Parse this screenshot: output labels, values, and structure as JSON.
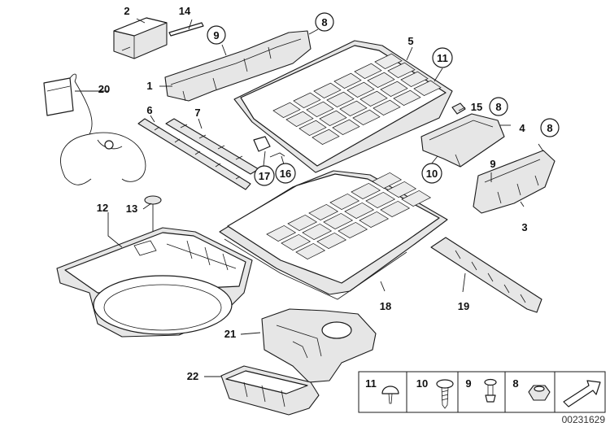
{
  "labels": {
    "l1": "1",
    "l2": "2",
    "l3": "3",
    "l4": "4",
    "l5": "5",
    "l6": "6",
    "l7": "7",
    "l8a": "8",
    "l8b": "8",
    "l8c": "8",
    "l9a": "9",
    "l9b": "9",
    "l10": "10",
    "l11": "11",
    "l12": "12",
    "l13": "13",
    "l14": "14",
    "l15": "15",
    "l16": "16",
    "l17": "17",
    "l18": "18",
    "l19": "19",
    "l20": "20",
    "l21": "21",
    "l22": "22"
  },
  "legend": {
    "items": [
      {
        "num": "11",
        "icon": "rivet-icon"
      },
      {
        "num": "10",
        "icon": "screw-icon"
      },
      {
        "num": "9",
        "icon": "push-pin-icon"
      },
      {
        "num": "8",
        "icon": "hex-nut-icon"
      }
    ],
    "arrow_icon": "direction-arrow-icon"
  },
  "reference_number": "00231629"
}
